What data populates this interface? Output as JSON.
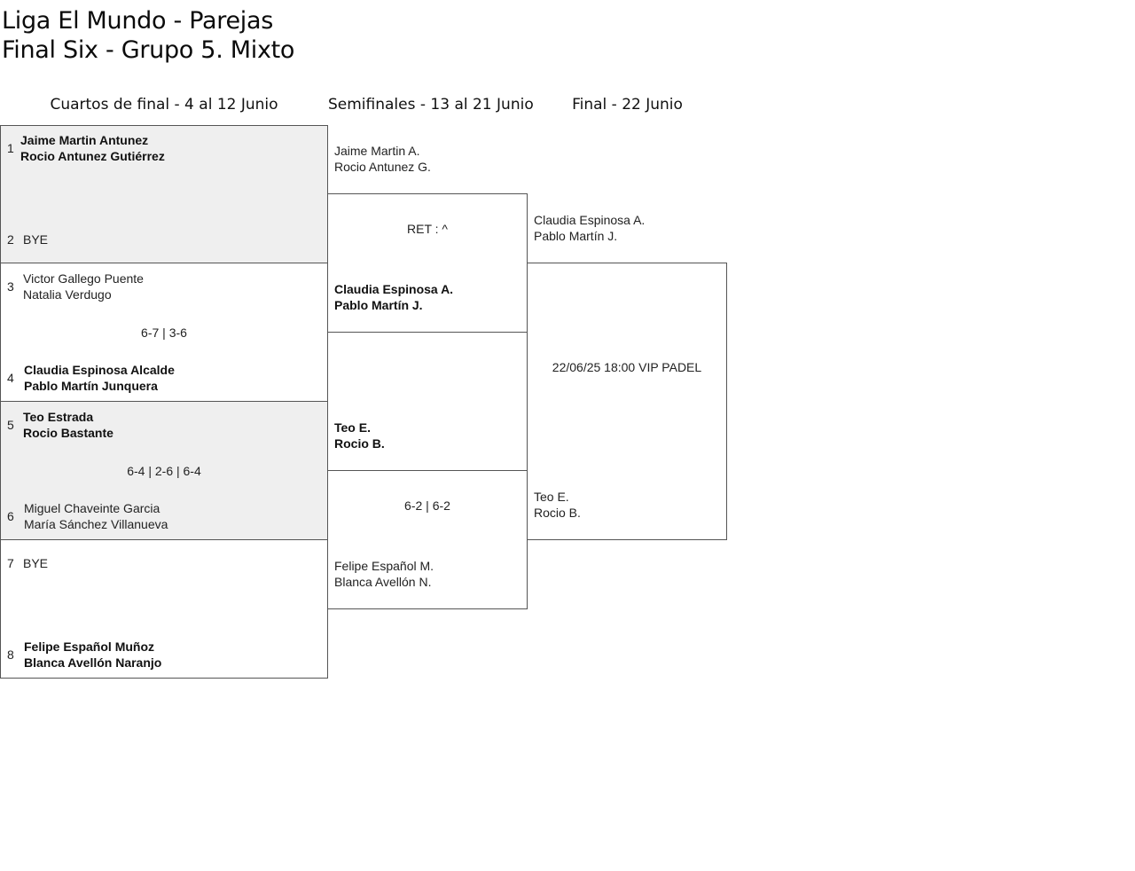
{
  "titles": {
    "line1": "Liga El Mundo - Parejas",
    "line2": "Final Six - Grupo 5. Mixto"
  },
  "rounds": {
    "quarterfinals": "Cuartos de final - 4 al 12 Junio",
    "semifinals": "Semifinales - 13 al 21 Junio",
    "final": "Final - 22 Junio"
  },
  "quarterfinals": [
    {
      "top": {
        "seed": "1",
        "players": [
          "Jaime Martin Antunez",
          "Rocio Antunez Gutiérrez"
        ],
        "winner": true
      },
      "bottom": {
        "seed": "2",
        "players": [
          "BYE"
        ],
        "winner": false
      },
      "score": ""
    },
    {
      "top": {
        "seed": "3",
        "players": [
          "Victor Gallego Puente",
          "Natalia Verdugo"
        ],
        "winner": false
      },
      "bottom": {
        "seed": "4",
        "players": [
          "Claudia Espinosa Alcalde",
          "Pablo Martín Junquera"
        ],
        "winner": true
      },
      "score": "6-7 | 3-6"
    },
    {
      "top": {
        "seed": "5",
        "players": [
          "Teo Estrada",
          "Rocio Bastante"
        ],
        "winner": true
      },
      "bottom": {
        "seed": "6",
        "players": [
          "Miguel Chaveinte Garcia",
          "María Sánchez Villanueva"
        ],
        "winner": false
      },
      "score": "6-4 | 2-6 | 6-4"
    },
    {
      "top": {
        "seed": "7",
        "players": [
          "BYE"
        ],
        "winner": false
      },
      "bottom": {
        "seed": "8",
        "players": [
          "Felipe Español Muñoz",
          "Blanca Avellón Naranjo"
        ],
        "winner": true
      },
      "score": ""
    }
  ],
  "semifinals": [
    {
      "top": {
        "players": [
          "Jaime Martin A.",
          "Rocio Antunez G."
        ],
        "winner": false
      },
      "bottom": {
        "players": [
          "Claudia Espinosa A.",
          "Pablo Martín J."
        ],
        "winner": true
      },
      "score": "RET : ^"
    },
    {
      "top": {
        "players": [
          "Teo E.",
          "Rocio B."
        ],
        "winner": true
      },
      "bottom": {
        "players": [
          "Felipe Español M.",
          "Blanca Avellón N."
        ],
        "winner": false
      },
      "score": "6-2 | 6-2"
    }
  ],
  "final": {
    "top": {
      "players": [
        "Claudia Espinosa A.",
        "Pablo Martín J."
      ],
      "winner": false
    },
    "bottom": {
      "players": [
        "Teo E.",
        "Rocio B."
      ],
      "winner": false
    },
    "info": "22/06/25 18:00 VIP PADEL"
  },
  "colors": {
    "shaded_box": "#efefef",
    "border": "#555555"
  }
}
